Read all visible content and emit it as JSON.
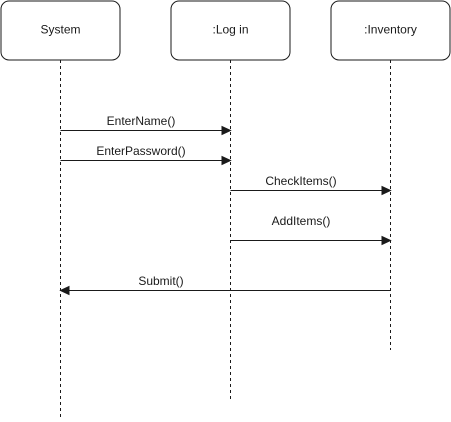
{
  "diagram": {
    "type": "sequence-diagram",
    "lifelines": [
      {
        "id": "system",
        "label": "System"
      },
      {
        "id": "login",
        "label": ":Log in"
      },
      {
        "id": "inventory",
        "label": ":Inventory"
      }
    ],
    "messages": [
      {
        "label": "EnterName()",
        "from": "system",
        "to": "login"
      },
      {
        "label": "EnterPassword()",
        "from": "system",
        "to": "login"
      },
      {
        "label": "CheckItems()",
        "from": "login",
        "to": "inventory"
      },
      {
        "label": "AddItems()",
        "from": "login",
        "to": "inventory"
      },
      {
        "label": "Submit()",
        "from": "inventory",
        "to": "system"
      }
    ],
    "colors": {
      "stroke": "#1a1a1a",
      "background": "#ffffff"
    }
  }
}
